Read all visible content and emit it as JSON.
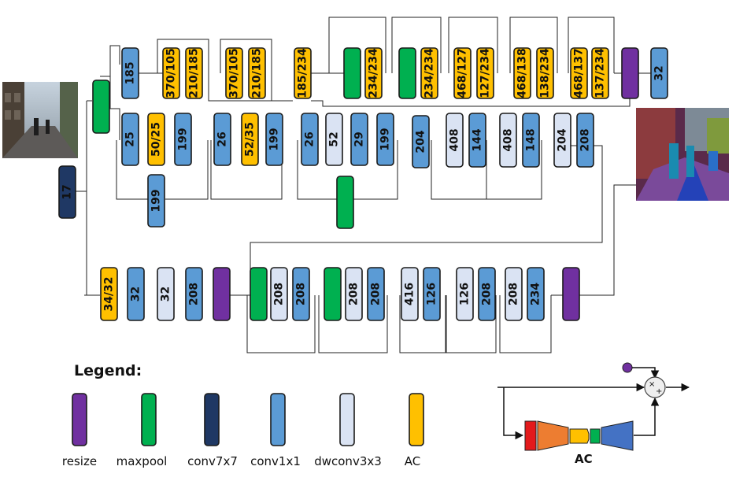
{
  "colors": {
    "resize": "#7030a0",
    "maxpool": "#00b050",
    "conv7x7": "#1f3864",
    "conv1x1": "#5b9bd5",
    "dwconv3x3": "#dae3f3",
    "AC": "#ffc000"
  },
  "photo_input_icon": "street-photo",
  "photo_output_icon": "segmentation-map",
  "row1_blocks": [
    {
      "type": "conv1x1",
      "label": "185"
    },
    {
      "type": "AC",
      "label": "370/105"
    },
    {
      "type": "AC",
      "label": "210/185"
    },
    {
      "type": "AC",
      "label": "370/105"
    },
    {
      "type": "AC",
      "label": "210/185"
    },
    {
      "type": "AC",
      "label": "185/234"
    },
    {
      "type": "maxpool",
      "label": ""
    },
    {
      "type": "AC",
      "label": "234/234"
    },
    {
      "type": "maxpool",
      "label": ""
    },
    {
      "type": "AC",
      "label": "234/234"
    },
    {
      "type": "AC",
      "label": "468/127"
    },
    {
      "type": "AC",
      "label": "127/234"
    },
    {
      "type": "AC",
      "label": "468/138"
    },
    {
      "type": "AC",
      "label": "138/234"
    },
    {
      "type": "AC",
      "label": "468/137"
    },
    {
      "type": "AC",
      "label": "137/234"
    },
    {
      "type": "resize",
      "label": ""
    },
    {
      "type": "conv1x1",
      "label": "32"
    }
  ],
  "row2_blocks": [
    {
      "type": "maxpool",
      "label": ""
    },
    {
      "type": "conv1x1",
      "label": "25"
    },
    {
      "type": "AC",
      "label": "50/25"
    },
    {
      "type": "conv1x1",
      "label": "199"
    },
    {
      "type": "conv1x1",
      "label": "199"
    },
    {
      "type": "conv1x1",
      "label": "26"
    },
    {
      "type": "AC",
      "label": "52/35"
    },
    {
      "type": "conv1x1",
      "label": "199"
    },
    {
      "type": "conv1x1",
      "label": "26"
    },
    {
      "type": "dwconv3x3",
      "label": "52"
    },
    {
      "type": "conv1x1",
      "label": "29"
    },
    {
      "type": "conv1x1",
      "label": "199"
    },
    {
      "type": "maxpool",
      "label": ""
    },
    {
      "type": "conv1x1",
      "label": "204"
    },
    {
      "type": "dwconv3x3",
      "label": "408"
    },
    {
      "type": "conv1x1",
      "label": "144"
    },
    {
      "type": "dwconv3x3",
      "label": "408"
    },
    {
      "type": "conv1x1",
      "label": "148"
    },
    {
      "type": "dwconv3x3",
      "label": "204"
    },
    {
      "type": "conv1x1",
      "label": "208"
    }
  ],
  "stem_block": {
    "type": "conv7x7",
    "label": "17"
  },
  "row3_blocks": [
    {
      "type": "AC",
      "label": "34/32"
    },
    {
      "type": "conv1x1",
      "label": "32"
    },
    {
      "type": "dwconv3x3",
      "label": "32"
    },
    {
      "type": "conv1x1",
      "label": "208"
    },
    {
      "type": "resize",
      "label": ""
    },
    {
      "type": "maxpool",
      "label": ""
    },
    {
      "type": "dwconv3x3",
      "label": "208"
    },
    {
      "type": "conv1x1",
      "label": "208"
    },
    {
      "type": "maxpool",
      "label": ""
    },
    {
      "type": "dwconv3x3",
      "label": "208"
    },
    {
      "type": "conv1x1",
      "label": "208"
    },
    {
      "type": "dwconv3x3",
      "label": "416"
    },
    {
      "type": "conv1x1",
      "label": "126"
    },
    {
      "type": "dwconv3x3",
      "label": "126"
    },
    {
      "type": "conv1x1",
      "label": "208"
    },
    {
      "type": "dwconv3x3",
      "label": "208"
    },
    {
      "type": "conv1x1",
      "label": "234"
    },
    {
      "type": "resize",
      "label": ""
    }
  ],
  "legend": {
    "title": "Legend:",
    "items": [
      {
        "type": "resize",
        "label": "resize"
      },
      {
        "type": "maxpool",
        "label": "maxpool"
      },
      {
        "type": "conv7x7",
        "label": "conv7x7"
      },
      {
        "type": "conv1x1",
        "label": "conv1x1"
      },
      {
        "type": "dwconv3x3",
        "label": "dwconv3x3"
      },
      {
        "type": "AC",
        "label": "AC"
      }
    ]
  },
  "ac_module": {
    "label": "AC",
    "op_times": "×",
    "op_plus": "+",
    "stage_colors": [
      "#e31a1c",
      "#ed7d31",
      "#ffc000",
      "#00b050",
      "#4472c4"
    ]
  }
}
